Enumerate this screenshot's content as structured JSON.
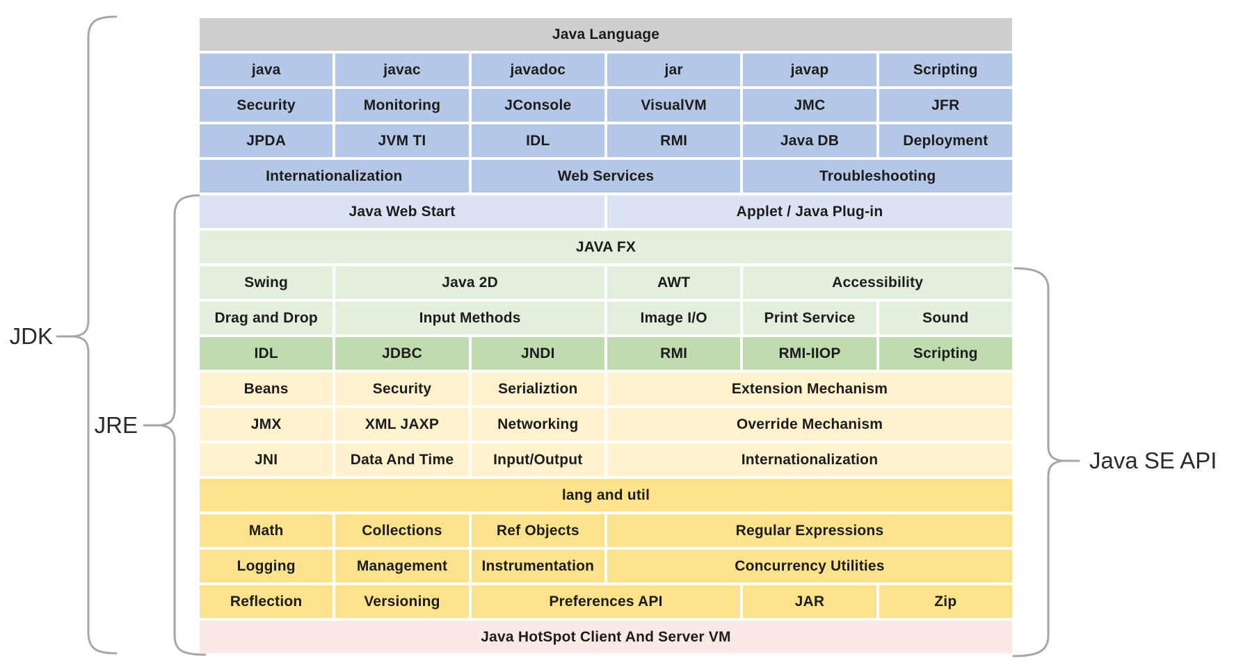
{
  "colors": {
    "gray": "#d0cece",
    "blue": "#b4c7e7",
    "paleblue": "#dae3f3",
    "palegreen": "#e2efda",
    "green": "#c0dcae",
    "cream": "#fff2cc",
    "yellow": "#fce28a",
    "pink": "#fbe9e5",
    "bracket": "#a6a6a6",
    "cell_text": "#1c1c1c"
  },
  "brackets": {
    "jdk": {
      "label": "JDK"
    },
    "jre": {
      "label": "JRE"
    },
    "java_se_api": {
      "label": "Java SE API"
    }
  },
  "grid": {
    "columns": 6,
    "rows": [
      {
        "group": "java-language",
        "color": "gray",
        "cells": [
          {
            "label": "Java Language",
            "span": 6
          }
        ]
      },
      {
        "group": "tools",
        "color": "blue",
        "cells": [
          {
            "label": "java",
            "span": 1
          },
          {
            "label": "javac",
            "span": 1
          },
          {
            "label": "javadoc",
            "span": 1
          },
          {
            "label": "jar",
            "span": 1
          },
          {
            "label": "javap",
            "span": 1
          },
          {
            "label": "Scripting",
            "span": 1
          }
        ]
      },
      {
        "group": "tools",
        "color": "blue",
        "cells": [
          {
            "label": "Security",
            "span": 1
          },
          {
            "label": "Monitoring",
            "span": 1
          },
          {
            "label": "JConsole",
            "span": 1
          },
          {
            "label": "VisualVM",
            "span": 1
          },
          {
            "label": "JMC",
            "span": 1
          },
          {
            "label": "JFR",
            "span": 1
          }
        ]
      },
      {
        "group": "tools",
        "color": "blue",
        "cells": [
          {
            "label": "JPDA",
            "span": 1
          },
          {
            "label": "JVM TI",
            "span": 1
          },
          {
            "label": "IDL",
            "span": 1
          },
          {
            "label": "RMI",
            "span": 1
          },
          {
            "label": "Java DB",
            "span": 1
          },
          {
            "label": "Deployment",
            "span": 1
          }
        ]
      },
      {
        "group": "tools",
        "color": "blue",
        "cells": [
          {
            "label": "Internationalization",
            "span": 2
          },
          {
            "label": "Web Services",
            "span": 2
          },
          {
            "label": "Troubleshooting",
            "span": 2
          }
        ]
      },
      {
        "group": "deployment",
        "color": "paleblue",
        "cells": [
          {
            "label": "Java Web Start",
            "span": 3
          },
          {
            "label": "Applet / Java Plug-in",
            "span": 3
          }
        ]
      },
      {
        "group": "ui-toolkits",
        "color": "palegreen",
        "cells": [
          {
            "label": "JAVA FX",
            "span": 6
          }
        ]
      },
      {
        "group": "ui-toolkits",
        "color": "palegreen",
        "cells": [
          {
            "label": "Swing",
            "span": 1
          },
          {
            "label": "Java 2D",
            "span": 2
          },
          {
            "label": "AWT",
            "span": 1
          },
          {
            "label": "Accessibility",
            "span": 2
          }
        ]
      },
      {
        "group": "ui-toolkits",
        "color": "palegreen",
        "cells": [
          {
            "label": "Drag and Drop",
            "span": 1
          },
          {
            "label": "Input Methods",
            "span": 2
          },
          {
            "label": "Image I/O",
            "span": 1
          },
          {
            "label": "Print Service",
            "span": 1
          },
          {
            "label": "Sound",
            "span": 1
          }
        ]
      },
      {
        "group": "integration",
        "color": "green",
        "cells": [
          {
            "label": "IDL",
            "span": 1
          },
          {
            "label": "JDBC",
            "span": 1
          },
          {
            "label": "JNDI",
            "span": 1
          },
          {
            "label": "RMI",
            "span": 1
          },
          {
            "label": "RMI-IIOP",
            "span": 1
          },
          {
            "label": "Scripting",
            "span": 1
          }
        ]
      },
      {
        "group": "base-libraries",
        "color": "cream",
        "cells": [
          {
            "label": "Beans",
            "span": 1
          },
          {
            "label": "Security",
            "span": 1
          },
          {
            "label": "Serializtion",
            "span": 1
          },
          {
            "label": "Extension Mechanism",
            "span": 3
          }
        ]
      },
      {
        "group": "base-libraries",
        "color": "cream",
        "cells": [
          {
            "label": "JMX",
            "span": 1
          },
          {
            "label": "XML JAXP",
            "span": 1
          },
          {
            "label": "Networking",
            "span": 1
          },
          {
            "label": "Override Mechanism",
            "span": 3
          }
        ]
      },
      {
        "group": "base-libraries",
        "color": "cream",
        "cells": [
          {
            "label": "JNI",
            "span": 1
          },
          {
            "label": "Data And Time",
            "span": 1
          },
          {
            "label": "Input/Output",
            "span": 1
          },
          {
            "label": "Internationalization",
            "span": 3
          }
        ]
      },
      {
        "group": "lang-util",
        "color": "yellow",
        "cells": [
          {
            "label": "lang and util",
            "span": 6
          }
        ]
      },
      {
        "group": "lang-util",
        "color": "yellow",
        "cells": [
          {
            "label": "Math",
            "span": 1
          },
          {
            "label": "Collections",
            "span": 1
          },
          {
            "label": "Ref Objects",
            "span": 1
          },
          {
            "label": "Regular Expressions",
            "span": 3
          }
        ]
      },
      {
        "group": "lang-util",
        "color": "yellow",
        "cells": [
          {
            "label": "Logging",
            "span": 1
          },
          {
            "label": "Management",
            "span": 1
          },
          {
            "label": "Instrumentation",
            "span": 1
          },
          {
            "label": "Concurrency Utilities",
            "span": 3
          }
        ]
      },
      {
        "group": "lang-util",
        "color": "yellow",
        "cells": [
          {
            "label": "Reflection",
            "span": 1
          },
          {
            "label": "Versioning",
            "span": 1
          },
          {
            "label": "Preferences API",
            "span": 2
          },
          {
            "label": "JAR",
            "span": 1
          },
          {
            "label": "Zip",
            "span": 1
          }
        ]
      },
      {
        "group": "vm",
        "color": "pink",
        "cells": [
          {
            "label": "Java HotSpot Client And Server VM",
            "span": 6
          }
        ]
      }
    ]
  }
}
